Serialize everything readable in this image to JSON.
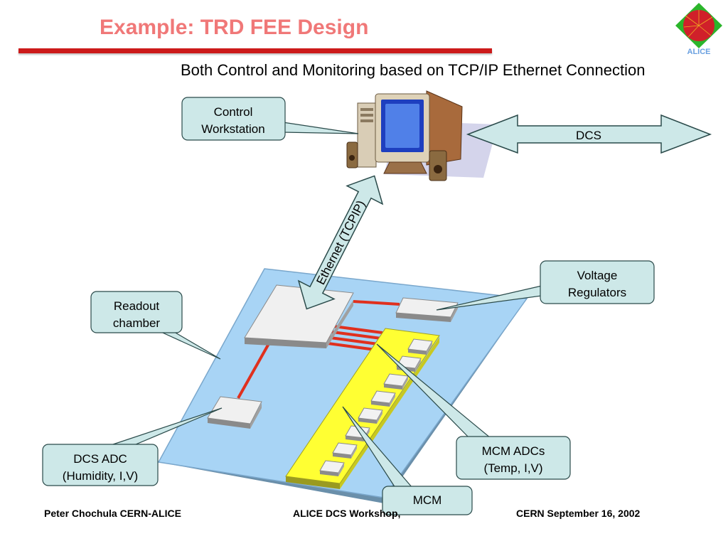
{
  "title": "Example: TRD FEE Design",
  "subtitle": "Both Control and Monitoring based on TCP/IP Ethernet Connection",
  "callouts": {
    "control_workstation": [
      "Control",
      "Workstation"
    ],
    "readout_chamber": [
      "Readout",
      "chamber"
    ],
    "voltage_regulators": [
      "Voltage",
      "Regulators"
    ],
    "dcs_adc": [
      "DCS ADC",
      "(Humidity, I,V)"
    ],
    "mcm_adcs": [
      "MCM ADCs",
      "(Temp, I,V)"
    ],
    "mcm": "MCM"
  },
  "arrows": {
    "dcs": "DCS",
    "ethernet": "Ethernet (TCPIP)"
  },
  "logo_text": "ALICE",
  "footer": {
    "left": "Peter Chochula CERN-ALICE",
    "center": "ALICE DCS Workshop,",
    "right": "CERN  September 16, 2002"
  },
  "colors": {
    "title": "#f07878",
    "title_bar": "#cc1a1a",
    "board": "#a8d4f5",
    "mcm_strip": "#ffff33",
    "callout_fill": "#cde8e8",
    "trace": "#e0301e"
  }
}
